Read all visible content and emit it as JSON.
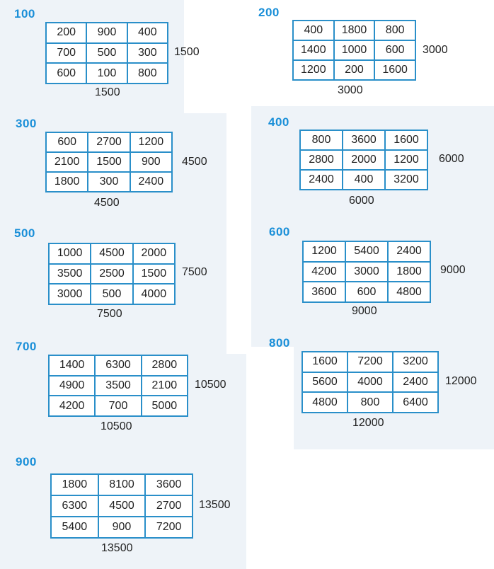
{
  "squares": [
    {
      "label": "100",
      "rows": [
        [
          "200",
          "900",
          "400"
        ],
        [
          "700",
          "500",
          "300"
        ],
        [
          "600",
          "100",
          "800"
        ]
      ],
      "row_sum": "1500",
      "col_sum": "1500"
    },
    {
      "label": "200",
      "rows": [
        [
          "400",
          "1800",
          "800"
        ],
        [
          "1400",
          "1000",
          "600"
        ],
        [
          "1200",
          "200",
          "1600"
        ]
      ],
      "row_sum": "3000",
      "col_sum": "3000"
    },
    {
      "label": "300",
      "rows": [
        [
          "600",
          "2700",
          "1200"
        ],
        [
          "2100",
          "1500",
          "900"
        ],
        [
          "1800",
          "300",
          "2400"
        ]
      ],
      "row_sum": "4500",
      "col_sum": "4500"
    },
    {
      "label": "400",
      "rows": [
        [
          "800",
          "3600",
          "1600"
        ],
        [
          "2800",
          "2000",
          "1200"
        ],
        [
          "2400",
          "400",
          "3200"
        ]
      ],
      "row_sum": "6000",
      "col_sum": "6000"
    },
    {
      "label": "500",
      "rows": [
        [
          "1000",
          "4500",
          "2000"
        ],
        [
          "3500",
          "2500",
          "1500"
        ],
        [
          "3000",
          "500",
          "4000"
        ]
      ],
      "row_sum": "7500",
      "col_sum": "7500"
    },
    {
      "label": "600",
      "rows": [
        [
          "1200",
          "5400",
          "2400"
        ],
        [
          "4200",
          "3000",
          "1800"
        ],
        [
          "3600",
          "600",
          "4800"
        ]
      ],
      "row_sum": "9000",
      "col_sum": "9000"
    },
    {
      "label": "700",
      "rows": [
        [
          "1400",
          "6300",
          "2800"
        ],
        [
          "4900",
          "3500",
          "2100"
        ],
        [
          "4200",
          "700",
          "5000"
        ]
      ],
      "row_sum": "10500",
      "col_sum": "10500"
    },
    {
      "label": "800",
      "rows": [
        [
          "1600",
          "7200",
          "3200"
        ],
        [
          "5600",
          "4000",
          "2400"
        ],
        [
          "4800",
          "800",
          "6400"
        ]
      ],
      "row_sum": "12000",
      "col_sum": "12000"
    },
    {
      "label": "900",
      "rows": [
        [
          "1800",
          "8100",
          "3600"
        ],
        [
          "6300",
          "4500",
          "2700"
        ],
        [
          "5400",
          "900",
          "7200"
        ]
      ],
      "row_sum": "13500",
      "col_sum": "13500"
    }
  ]
}
